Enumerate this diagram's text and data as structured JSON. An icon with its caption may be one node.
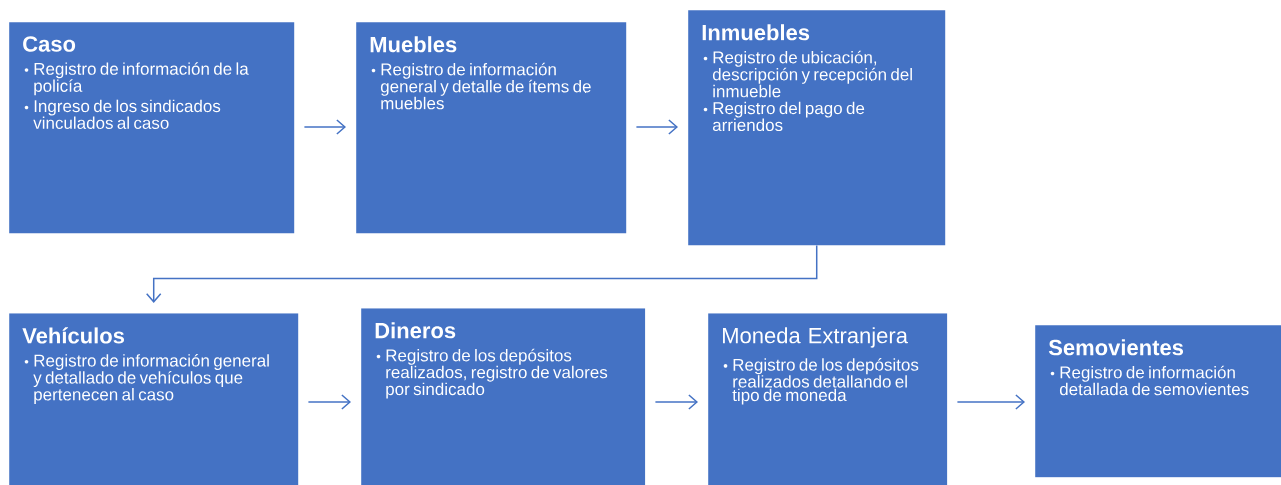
{
  "diagram": {
    "nodes": [
      {
        "text": [
          "Caso",
          "Registro de información de la policía",
          "Ingreso de los sindicados vinculados al caso"
        ]
      },
      {
        "text": [
          "Muebles",
          "Registro de información general y detalle de ítems de muebles"
        ]
      },
      {
        "text": [
          "Inmuebles",
          "Registro de ubicación, descripción y recepción del inmueble",
          "Registro del pago de arriendos"
        ]
      },
      {
        "text": [
          "Vehículos",
          "Registro de información general y detallado de vehículos que pertenecen al caso"
        ]
      },
      {
        "text": [
          "Dineros",
          "Registro de los depósitos realizados, registro de valores por sindicado"
        ]
      },
      {
        "text": [
          "Moneda Extranjera",
          "Registro de los depósitos realizados detallando el tipo de moneda"
        ]
      },
      {
        "text": [
          "Semovientes",
          "Registro de información detallada de semovientes"
        ]
      }
    ],
    "edges": [
      {
        "from": 0,
        "to": 1,
        "arrow": "to"
      },
      {
        "from": 1,
        "to": 2,
        "arrow": "to"
      },
      {
        "from": 2,
        "to": 3,
        "arrow": "to"
      },
      {
        "from": 3,
        "to": 4,
        "arrow": "to"
      },
      {
        "from": 4,
        "to": 5,
        "arrow": "to"
      },
      {
        "from": 5,
        "to": 6,
        "arrow": "to"
      }
    ]
  }
}
